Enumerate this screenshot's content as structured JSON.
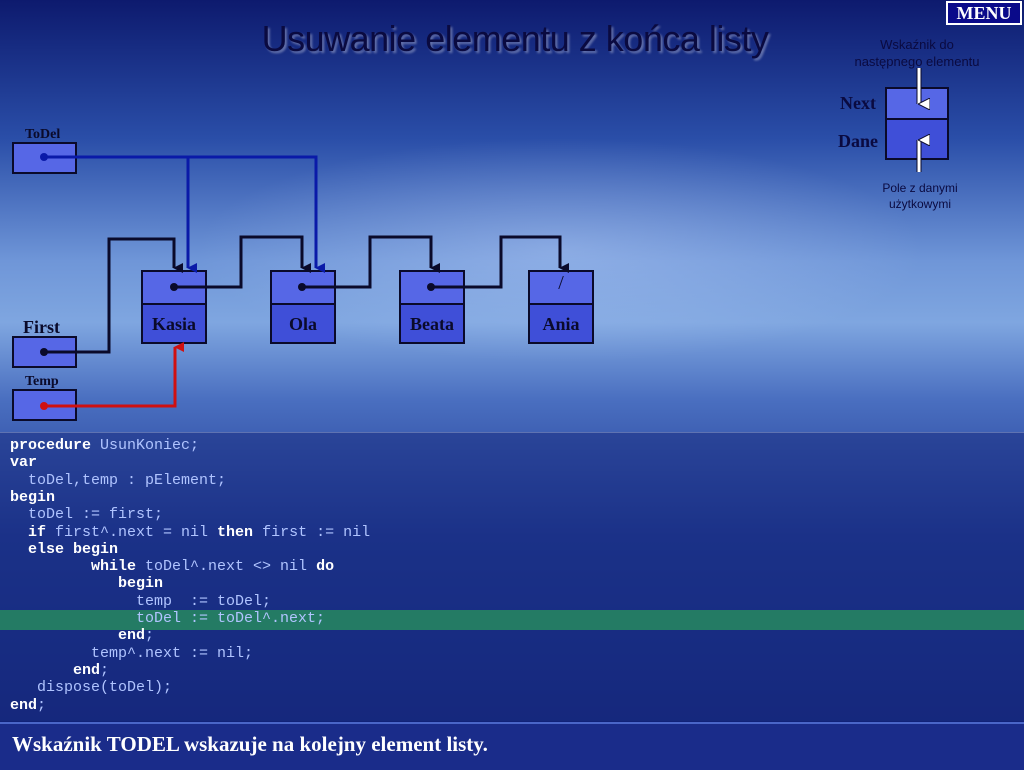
{
  "menu": {
    "label": "MENU"
  },
  "title": "Usuwanie elementu z końca listy",
  "legend": {
    "next_desc": "Wskaźnik do następnego elementu",
    "next_label": "Next",
    "data_label": "Dane",
    "data_desc": "Pole z danymi użytkowymi"
  },
  "variables": {
    "todel": "ToDel",
    "first": "First",
    "temp": "Temp"
  },
  "nodes": [
    {
      "label": "Kasia"
    },
    {
      "label": "Ola"
    },
    {
      "label": "Beata"
    },
    {
      "label": "Ania",
      "next_symbol": "/"
    }
  ],
  "colors": {
    "todel_arrow": "#0a1aa8",
    "temp_arrow": "#d01010",
    "link_arrow": "#0a0a2a",
    "highlight": "#2a9a5a"
  },
  "code": {
    "lines": [
      [
        {
          "k": "procedure"
        },
        {
          "t": " UsunKoniec;"
        }
      ],
      [
        {
          "k": "var"
        }
      ],
      [
        {
          "t": "  toDel,temp : pElement;"
        }
      ],
      [
        {
          "k": "begin"
        }
      ],
      [
        {
          "t": "  toDel := first;"
        }
      ],
      [
        {
          "k": "  if"
        },
        {
          "t": " first^.next = nil "
        },
        {
          "k": "then"
        },
        {
          "t": " first := nil"
        }
      ],
      [
        {
          "k": "  else begin"
        }
      ],
      [
        {
          "t": "         "
        },
        {
          "k": "while"
        },
        {
          "t": " toDel^.next <> nil "
        },
        {
          "k": "do"
        }
      ],
      [
        {
          "k": "            begin"
        }
      ],
      [
        {
          "t": "              temp  := toDel;"
        }
      ],
      [
        {
          "t": "              toDel := toDel^.next;"
        }
      ],
      [
        {
          "k": "            end"
        },
        {
          "t": ";"
        }
      ],
      [
        {
          "t": "         temp^.next := nil;"
        }
      ],
      [
        {
          "k": "       end"
        },
        {
          "t": ";"
        }
      ],
      [
        {
          "t": "   dispose(toDel);"
        }
      ],
      [
        {
          "k": "end"
        },
        {
          "t": ";"
        }
      ]
    ],
    "highlighted_line": 11
  },
  "caption": "Wskaźnik TODEL wskazuje na kolejny element listy."
}
